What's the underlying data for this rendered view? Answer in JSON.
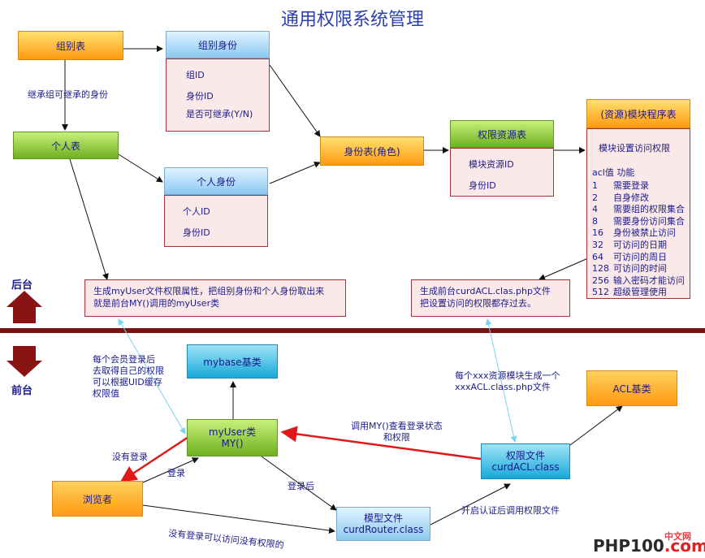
{
  "title": "通用权限系统管理",
  "groups_table": "组别表",
  "group_identity": {
    "header": "组别身份",
    "fields": [
      "组ID",
      "身份ID",
      "是否可继承(Y/N)"
    ]
  },
  "inherit_label": "继承组可继承的身份",
  "personal_table": "个人表",
  "personal_identity": {
    "header": "个人身份",
    "fields": [
      "个人ID",
      "身份ID"
    ]
  },
  "identity_table": "身份表(角色)",
  "resource_table": {
    "header": "权限资源表",
    "fields": [
      "模块资源ID",
      "身份ID"
    ]
  },
  "module_program": {
    "header": "(资源)模块程序表",
    "subtitle": "模块设置访问权限",
    "col_head": "acl值    功能",
    "rows": [
      {
        "v": "1",
        "t": "需要登录"
      },
      {
        "v": "2",
        "t": "自身修改"
      },
      {
        "v": "4",
        "t": "需要组的权限集合"
      },
      {
        "v": "8",
        "t": "需要身份访问集合"
      },
      {
        "v": "16",
        "t": "身份被禁止访问"
      },
      {
        "v": "32",
        "t": "可访问的日期"
      },
      {
        "v": "64",
        "t": "可访问的周日"
      },
      {
        "v": "128",
        "t": "可访问的时间"
      },
      {
        "v": "256",
        "t": "输入密码才能访问"
      },
      {
        "v": "512",
        "t": "超级管理使用"
      }
    ]
  },
  "note_myuser": [
    "生成myUser文件权限属性，把组别身份和个人身份取出来",
    "就是前台MY()调用的myUser类"
  ],
  "note_curd": [
    "生成前台curdACL.clas.php文件",
    "把设置访问的权限都存过去。"
  ],
  "backend_label": "后台",
  "frontend_label": "前台",
  "mybase": "mybase基类",
  "login_cache_note": [
    "每个会员登录后",
    "去取得自己的权限",
    "可以根据UID缓存",
    "权限值"
  ],
  "myuser": [
    "myUser类",
    "MY()"
  ],
  "browser": "浏览者",
  "not_logged_in": "没有登录",
  "login": "登录",
  "after_login": "登录后",
  "model_file": [
    "模型文件",
    "curdRouter.class"
  ],
  "no_login_access": "没有登录可以访问没有权限的",
  "acl_base": "ACL基类",
  "perm_file": [
    "权限文件",
    "curdACL.class"
  ],
  "xxx_note": [
    "每个xxx资源模块生成一个",
    "xxxACL.class.php文件"
  ],
  "call_my_note": [
    "调用MY()查看登录状态",
    "和权限"
  ],
  "open_auth": "开启认证后调用权限文件",
  "brand": {
    "main": "PHP100",
    "tld": ".com",
    "cn": "中文网"
  },
  "colors": {
    "panel_bg": "#fbe9ea",
    "panel_border": "#a8323a",
    "divider": "#7a1010",
    "red_arrow": "#e01818",
    "cyan_arrow": "#7ad4f0"
  }
}
